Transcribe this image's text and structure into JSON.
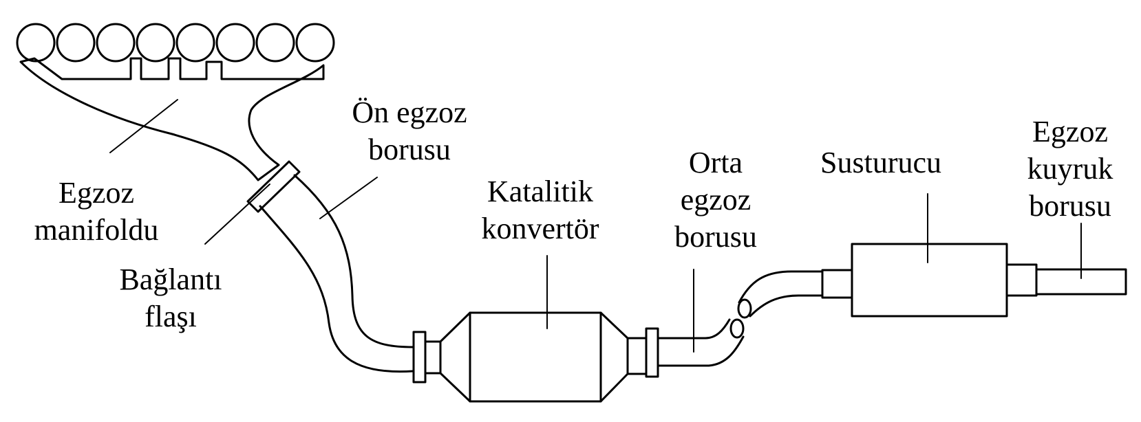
{
  "labels": {
    "egzoz_manifoldu": [
      "Egzoz",
      "manifoldu"
    ],
    "baglanti_flasi": [
      "Bağlantı",
      "flaşı"
    ],
    "on_egzoz_borusu": [
      "Ön egzoz",
      "borusu"
    ],
    "katalitik_konvertor": [
      "Katalitik",
      "konvertör"
    ],
    "orta_egzoz_borusu": [
      "Orta",
      "egzoz",
      "borusu"
    ],
    "susturucu": [
      "Susturucu"
    ],
    "egzoz_kuyruk_borusu": [
      "Egzoz",
      "kuyruk",
      "borusu"
    ]
  },
  "colors": {
    "line": "#000000",
    "background": "#ffffff"
  }
}
